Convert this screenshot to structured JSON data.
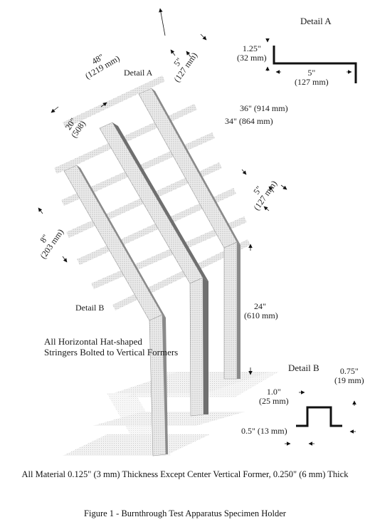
{
  "figure": {
    "caption": "Figure 1 - Burnthrough Test Apparatus Specimen Holder",
    "material_note": "All Material 0.125\" (3 mm) Thickness Except Center Vertical Former, 0.250\" (6 mm) Thick",
    "stringer_note_line1": "All Horizontal Hat-shaped",
    "stringer_note_line2": "Stringers Bolted to Vertical Formers"
  },
  "detail_a": {
    "title": "Detail A",
    "height_in": "1.25\"",
    "height_mm": "(32 mm)",
    "width_in": "5\"",
    "width_mm": "(127 mm)"
  },
  "detail_b": {
    "title": "Detail B",
    "top_in": "0.75\"",
    "top_mm": "(19 mm)",
    "height_in": "1.0\"",
    "height_mm": "(25 mm)",
    "flange_text": "0.5\" (13 mm)"
  },
  "dimensions": {
    "overall_width_in": "48\"",
    "overall_width_mm": "(1219 mm)",
    "top_offset_in": "5\"",
    "top_offset_mm": "(127 mm)",
    "former_spacing_in": "20\"",
    "former_spacing_mm": "(508)",
    "length_36": "36\" (914 mm)",
    "length_34": "34\" (864 mm)",
    "right_offset_in": "5\"",
    "right_offset_mm": "(127 mm)",
    "stringer_spacing_in": "8\"",
    "stringer_spacing_mm": "(203 mm)",
    "vertical_height_in": "24\"",
    "vertical_height_mm": "(610 mm)",
    "detail_a_ref": "Detail A",
    "detail_b_ref": "Detail B"
  }
}
